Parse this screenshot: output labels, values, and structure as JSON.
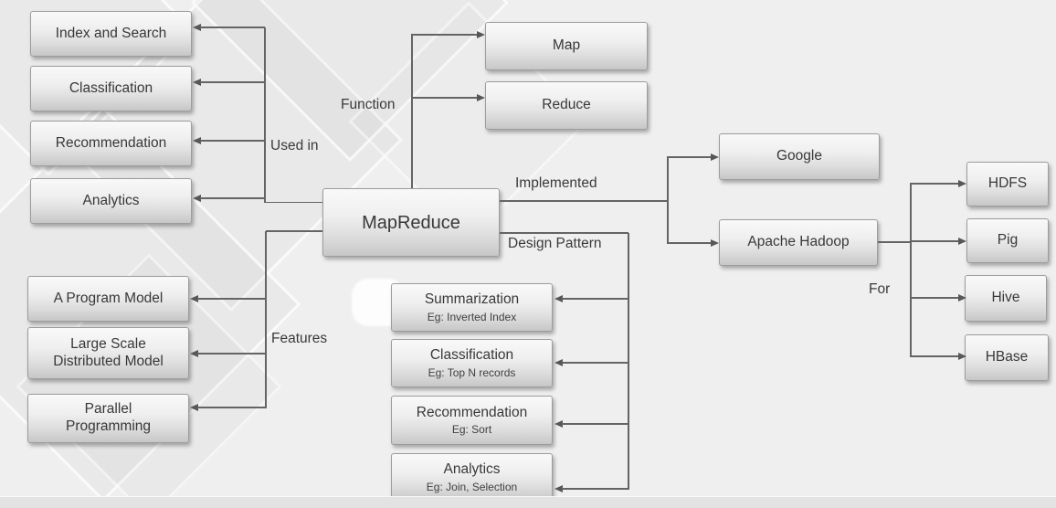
{
  "diagram": {
    "root_node": "MapReduce",
    "edge_labels": {
      "used_in": "Used in",
      "function": "Function",
      "implemented": "Implemented",
      "design_pattern": "Design Pattern",
      "features": "Features",
      "for": "For"
    },
    "used_in_nodes": [
      "Index and Search",
      "Classification",
      "Recommendation",
      "Analytics"
    ],
    "function_nodes": [
      "Map",
      "Reduce"
    ],
    "implemented_nodes": [
      "Google",
      "Apache Hadoop"
    ],
    "for_nodes": [
      "HDFS",
      "Pig",
      "Hive",
      "HBase"
    ],
    "feature_nodes": [
      "A Program Model",
      "Large Scale Distributed Model",
      "Parallel Programming"
    ],
    "design_pattern_nodes": [
      {
        "label": "Summarization",
        "example": "Eg: Inverted Index"
      },
      {
        "label": "Classification",
        "example": "Eg: Top N records"
      },
      {
        "label": "Recommendation",
        "example": "Eg: Sort"
      },
      {
        "label": "Analytics",
        "example": "Eg: Join, Selection"
      }
    ],
    "colors": {
      "background": "#efefef",
      "node_fill_top": "#f9f9f9",
      "node_fill_bottom": "#c7c7c7",
      "node_border": "#9c9c9c",
      "connector": "#646464",
      "text": "#383838"
    }
  }
}
